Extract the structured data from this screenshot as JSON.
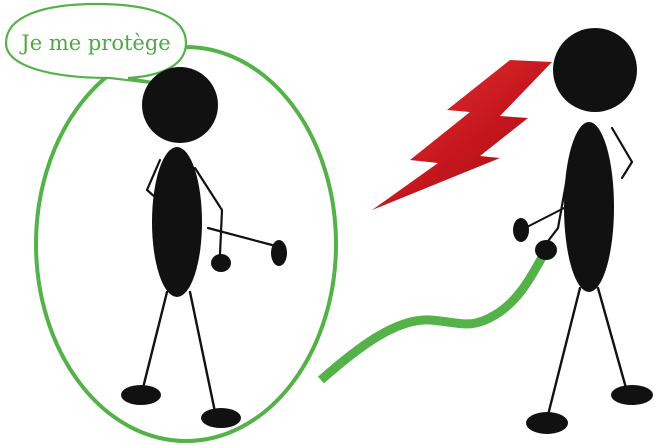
{
  "speech_bubble": {
    "text": "Je me protège"
  },
  "colors": {
    "protection_green": "#55b249",
    "speech_text_green": "#4fa845",
    "stick_figure_black": "#111111",
    "lightning_red_dark": "#b5141b",
    "lightning_red_light": "#e8383d",
    "background": "#ffffff"
  },
  "icons": {
    "left_figure": "stick-figure-protected",
    "right_figure": "stick-figure-attacker",
    "lightning": "lightning-bolt-icon",
    "protection_circle": "protection-ellipse",
    "hose": "green-hose"
  }
}
